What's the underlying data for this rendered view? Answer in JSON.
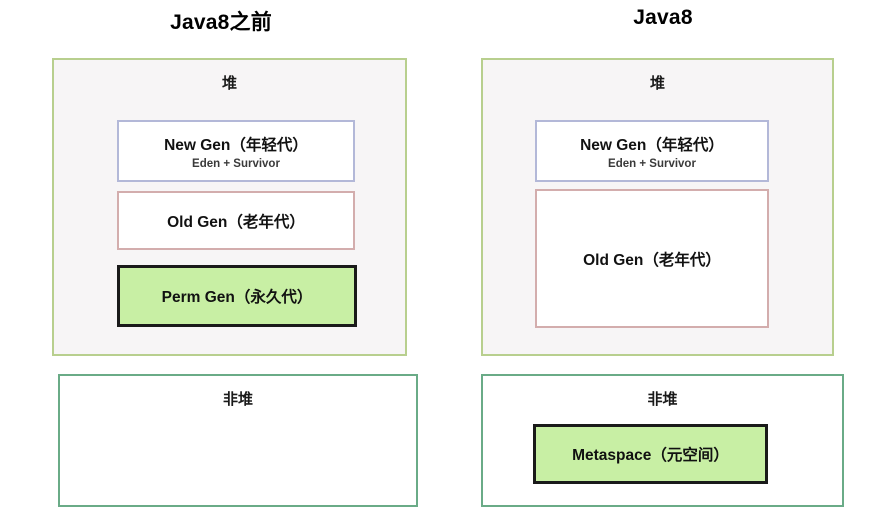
{
  "panels": [
    {
      "id": "before-java8",
      "title": "Java8之前",
      "heap": {
        "label": "堆",
        "regions": [
          {
            "id": "new-gen",
            "title": "New Gen（年轻代）",
            "subtitle": "Eden + Survivor",
            "style": "newgen"
          },
          {
            "id": "old-gen",
            "title": "Old Gen（老年代）",
            "subtitle": "",
            "style": "oldgen"
          },
          {
            "id": "perm-gen",
            "title": "Perm Gen（永久代）",
            "subtitle": "",
            "style": "permgen"
          }
        ]
      },
      "nonheap": {
        "label": "非堆",
        "regions": []
      }
    },
    {
      "id": "java8",
      "title": "Java8",
      "heap": {
        "label": "堆",
        "regions": [
          {
            "id": "new-gen",
            "title": "New Gen（年轻代）",
            "subtitle": "Eden + Survivor",
            "style": "newgen"
          },
          {
            "id": "old-gen",
            "title": "Old Gen（老年代）",
            "subtitle": "",
            "style": "oldgen"
          }
        ]
      },
      "nonheap": {
        "label": "非堆",
        "regions": [
          {
            "id": "metaspace",
            "title": "Metaspace（元空间）",
            "subtitle": "",
            "style": "metaspace"
          }
        ]
      }
    }
  ],
  "colors": {
    "heap_border": "#b8cf8e",
    "heap_fill": "#f7f5f6",
    "nonheap_border": "#6aab87",
    "nonheap_fill": "#ffffff",
    "newgen_border": "#b3b8d8",
    "oldgen_border": "#d3adad",
    "highlight_fill": "#c8efa4",
    "highlight_border": "#1a1a1a",
    "page_background": "#ffffff",
    "text": "#111111"
  }
}
